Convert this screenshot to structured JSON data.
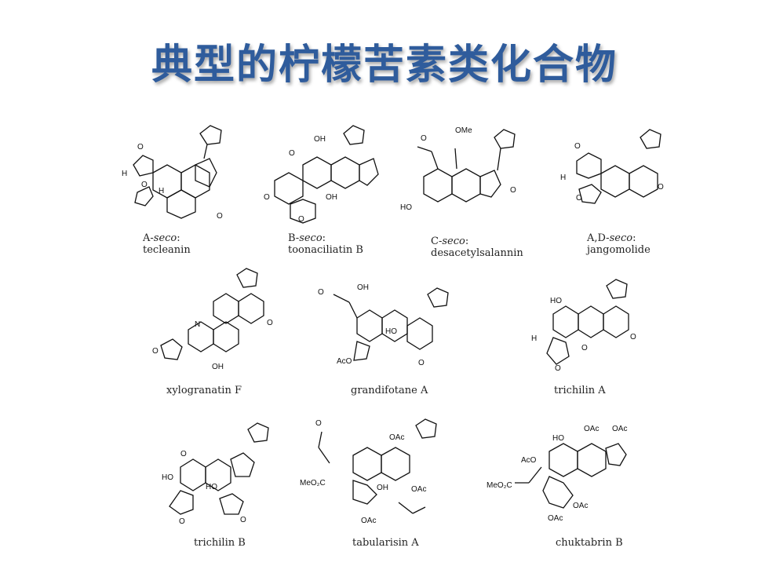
{
  "title": "典型的柠檬苦素类化合物",
  "compounds": [
    {
      "class_prefix": "A-",
      "class_seco": "seco",
      "class_suffix": ":",
      "name": "tecleanin"
    },
    {
      "class_prefix": "B-",
      "class_seco": "seco",
      "class_suffix": ":",
      "name": "toonaciliatin B"
    },
    {
      "class_prefix": "C-",
      "class_seco": "seco",
      "class_suffix": ":",
      "name": "desacetylsalannin"
    },
    {
      "class_prefix": "A,D-",
      "class_seco": "seco",
      "class_suffix": ":",
      "name": "jangomolide"
    },
    {
      "name": "xylogranatin F"
    },
    {
      "name": "grandifotane A"
    },
    {
      "name": "trichilin A"
    },
    {
      "name": "trichilin B"
    },
    {
      "name": "tabularisin A"
    },
    {
      "name": "chuktabrin B"
    }
  ],
  "atoms": {
    "o": "O",
    "oh": "OH",
    "ho": "HO",
    "h": "H",
    "n": "N",
    "ome": "OMe",
    "oac": "OAc",
    "aco": "AcO",
    "meo2c": "MeO₂C"
  }
}
